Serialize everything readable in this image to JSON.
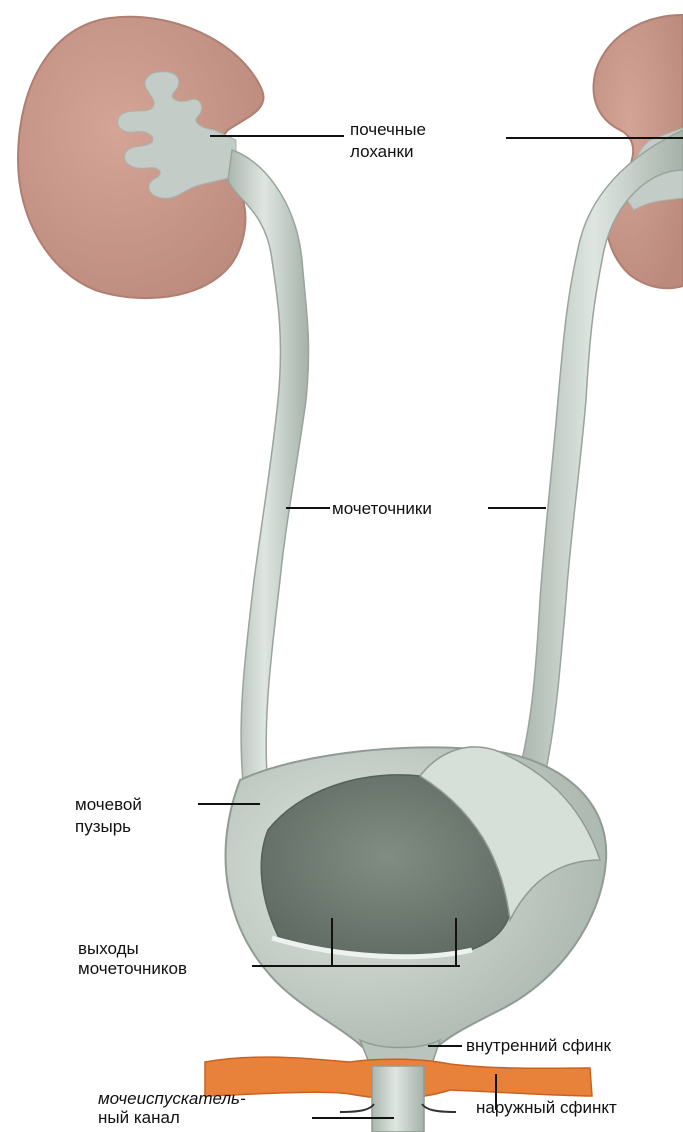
{
  "colors": {
    "kidney": "#c9998b",
    "kidney_edge": "#b5857a",
    "pelvis": "#c2ccc6",
    "tube": "#c9d3cc",
    "tube_shade": "#a9b5ae",
    "bladder": "#c5cfc8",
    "bladder_inner": "#6f7b72",
    "muscle": "#e8823a",
    "line": "#111111"
  },
  "labels": {
    "renal_pelvis_1": "почечные",
    "renal_pelvis_2": "лоханки",
    "ureters": "мочеточники",
    "bladder_1": "мочевой",
    "bladder_2": "пузырь",
    "ureter_openings_1": "выходы",
    "ureter_openings_2": "мочеточников",
    "internal_sphincter": "внутренний сфинк",
    "urethra_1": "мочеиспускатель-",
    "urethra_2": "ный канал",
    "external_sphincter": "наружный сфинкт"
  }
}
